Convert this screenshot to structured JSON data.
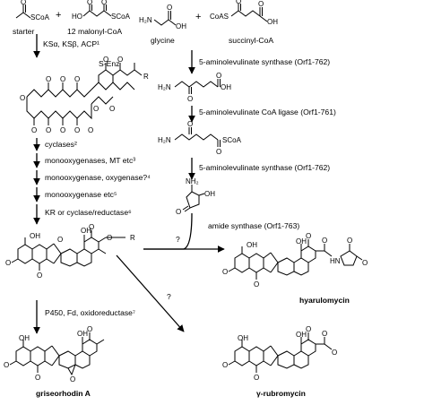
{
  "starters": {
    "starter_label": "starter",
    "plus": "+",
    "malonyl_label": "12 malonyl-CoA",
    "scoa": "SCoA",
    "o": "O",
    "ho": "HO"
  },
  "pks": {
    "step_label": "KSα, KSβ, ACP¹",
    "enzyme_label": "S-Enz",
    "r": "R"
  },
  "left_steps": [
    "cyclases²",
    "monooxygenases, MT etc³",
    "monooxygenase, oxygenase?⁴",
    "monooxygenase etc⁵",
    "KR or cyclase/reductase⁶"
  ],
  "right_pathway": {
    "glycine_label": "glycine",
    "plus": "+",
    "succinyl_label": "succinyl-CoA",
    "coas": "CoAS",
    "oh": "OH",
    "h2n": "H₂N",
    "nh2": "NH₂",
    "enzymes": [
      "5-aminolevulinate synthase (Orf1-762)",
      "5-aminolevulinate CoA ligase (Orf1-761)",
      "5-aminolevulinate synthase (Orf1-762)",
      "amide synthase (Orf1-763)"
    ]
  },
  "bottom": {
    "p450_label": "P450, Fd, oxidoreductase⁷",
    "question": "?",
    "hyarulomycin": "hyarulomycin",
    "griseorhodin": "griseorhodin A",
    "rubromycin": "γ-rubromycin"
  },
  "atoms": {
    "o": "O",
    "oh": "OH",
    "r": "R",
    "hn": "HN",
    "n": "N"
  }
}
